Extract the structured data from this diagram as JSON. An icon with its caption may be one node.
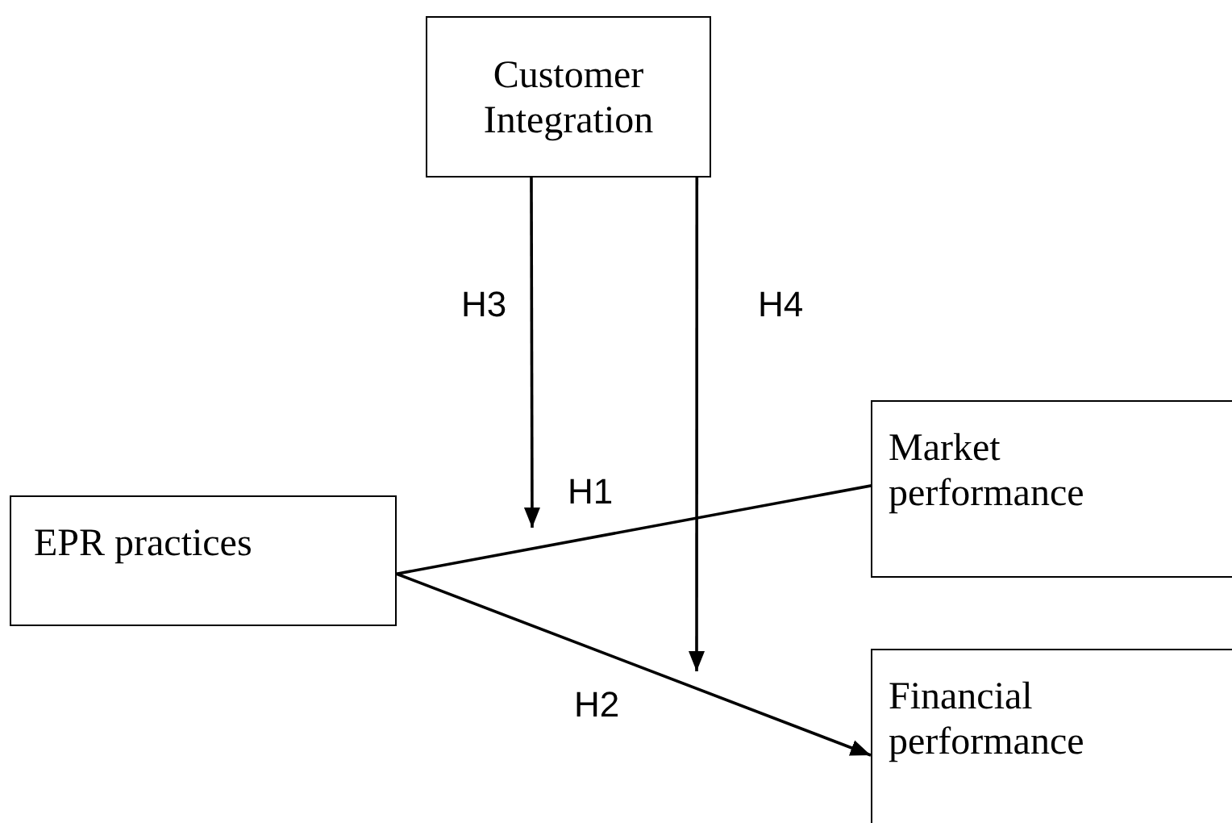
{
  "diagram": {
    "nodes": [
      {
        "text": [
          "Customer Integration"
        ]
      },
      {
        "text": [
          "EPR practices"
        ]
      },
      {
        "text": [
          "Market performance"
        ]
      },
      {
        "text": [
          "Financial performance"
        ]
      }
    ],
    "edges": [
      {
        "from": 1,
        "to": 2,
        "arrow": "to",
        "label": "H1"
      },
      {
        "from": 1,
        "to": 3,
        "arrow": "to",
        "label": "H2"
      },
      {
        "from": 0,
        "to": null,
        "arrow": "to",
        "label": "H3"
      },
      {
        "from": 0,
        "to": null,
        "arrow": "to",
        "label": "H4"
      }
    ]
  }
}
